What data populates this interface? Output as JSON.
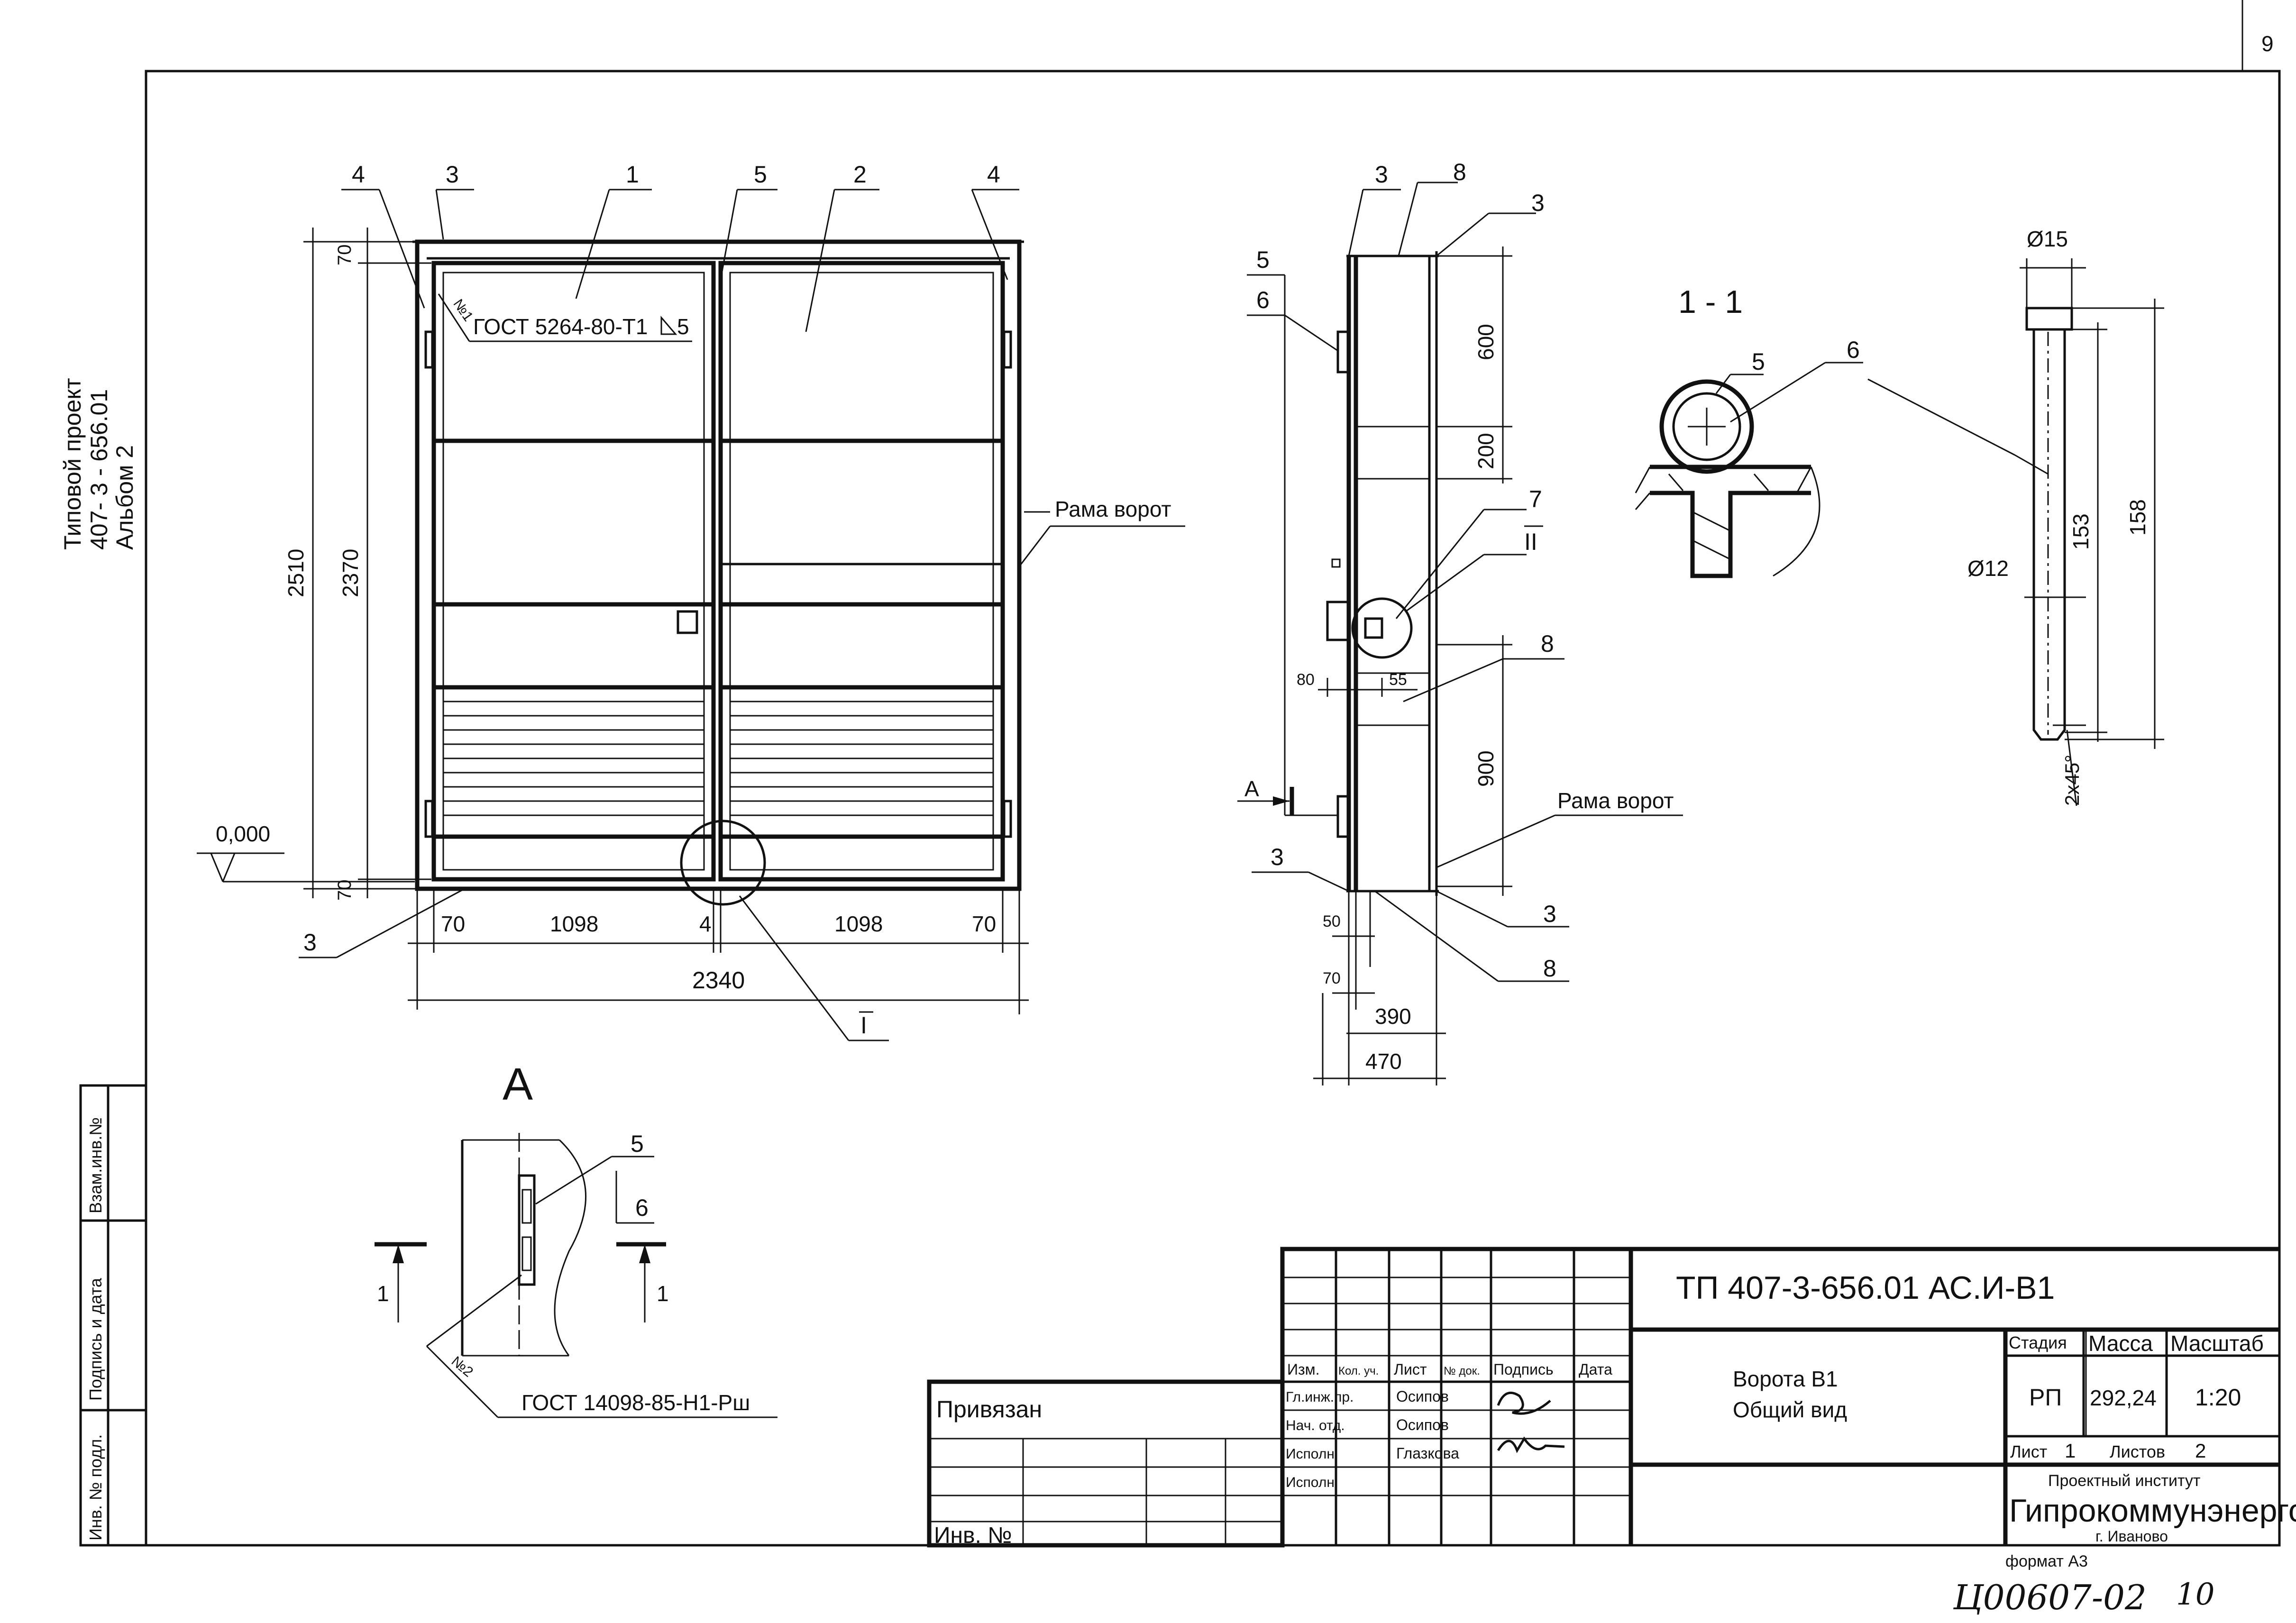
{
  "page_number": "9",
  "left_vertical": {
    "project_line1": "Типовой проект",
    "project_line2": "407- 3 - 656.01",
    "album": "Альбом 2",
    "stamp_cells": [
      "Взам.инв.№",
      "Подпись и дата",
      "Инв. № подл."
    ]
  },
  "front_view": {
    "callouts": [
      "4",
      "3",
      "1",
      "5",
      "2",
      "4"
    ],
    "weld_mark": "№1",
    "gost_weld": "ГОСТ 5264-80-Т1",
    "weld_leg": "5",
    "frame_label": "Рама ворот",
    "level": "0,000",
    "dim_heights": [
      "2510",
      "2370",
      "70",
      "70"
    ],
    "dim_widths": [
      "70",
      "1098",
      "4",
      "1098",
      "70"
    ],
    "dim_total": "2340",
    "bottom_left_callout": "3",
    "node_ref": "I"
  },
  "side_view": {
    "callouts_top": [
      "3",
      "8",
      "3"
    ],
    "callouts_left": [
      "5",
      "6"
    ],
    "dims_right": [
      "600",
      "200",
      "900"
    ],
    "callout_7": "7",
    "node_ref": "II",
    "callout_8_mid": "8",
    "dim_80": "80",
    "dim_55": "55",
    "view_label": "А",
    "callout_3_left": "3",
    "frame_label": "Рама ворот",
    "callout_3_right": "3",
    "callout_8_bottom": "8",
    "dims_bottom": [
      "50",
      "70",
      "390",
      "470"
    ]
  },
  "section_1_1": {
    "title": "1 - 1",
    "callouts": [
      "5",
      "6"
    ]
  },
  "pin_detail": {
    "dia_top": "Ø15",
    "dia_body": "Ø12",
    "len_153": "153",
    "len_158": "158",
    "chamfer": "2x45°"
  },
  "view_a": {
    "title": "А",
    "callouts": [
      "5",
      "6"
    ],
    "section_marks": [
      "1",
      "1"
    ],
    "weld_mark": "№2",
    "gost": "ГОСТ 14098-85-Н1-Рш"
  },
  "title_block": {
    "doc_code": "ТП   407-3-656.01   АС.И-В1",
    "object_line1": "Ворота В1",
    "object_line2": "Общий вид",
    "bound_label": "Привязан",
    "inv_label": "Инв. №",
    "col_headers": [
      "Изм.",
      "Кол. уч.",
      "Лист",
      "№ док.",
      "Подпись",
      "Дата"
    ],
    "roles": [
      "Гл.инж.пр.",
      "Нач. отд.",
      "Исполн.",
      "Исполн."
    ],
    "names": [
      "Осипов",
      "Осипов",
      "Глазкова",
      ""
    ],
    "stage_label": "Стадия",
    "mass_label": "Масса",
    "scale_label": "Масштаб",
    "stage": "РП",
    "mass": "292,24",
    "scale": "1:20",
    "sheet_label": "Лист",
    "sheet": "1",
    "sheets_label": "Листов",
    "sheets": "2",
    "org_line1": "Проектный институт",
    "org_line2": "Гипрокоммунэнерго",
    "org_city": "г. Иваново"
  },
  "format": "формат А3",
  "footer_handwritten": "Ц00607-02",
  "footer_page": "10"
}
